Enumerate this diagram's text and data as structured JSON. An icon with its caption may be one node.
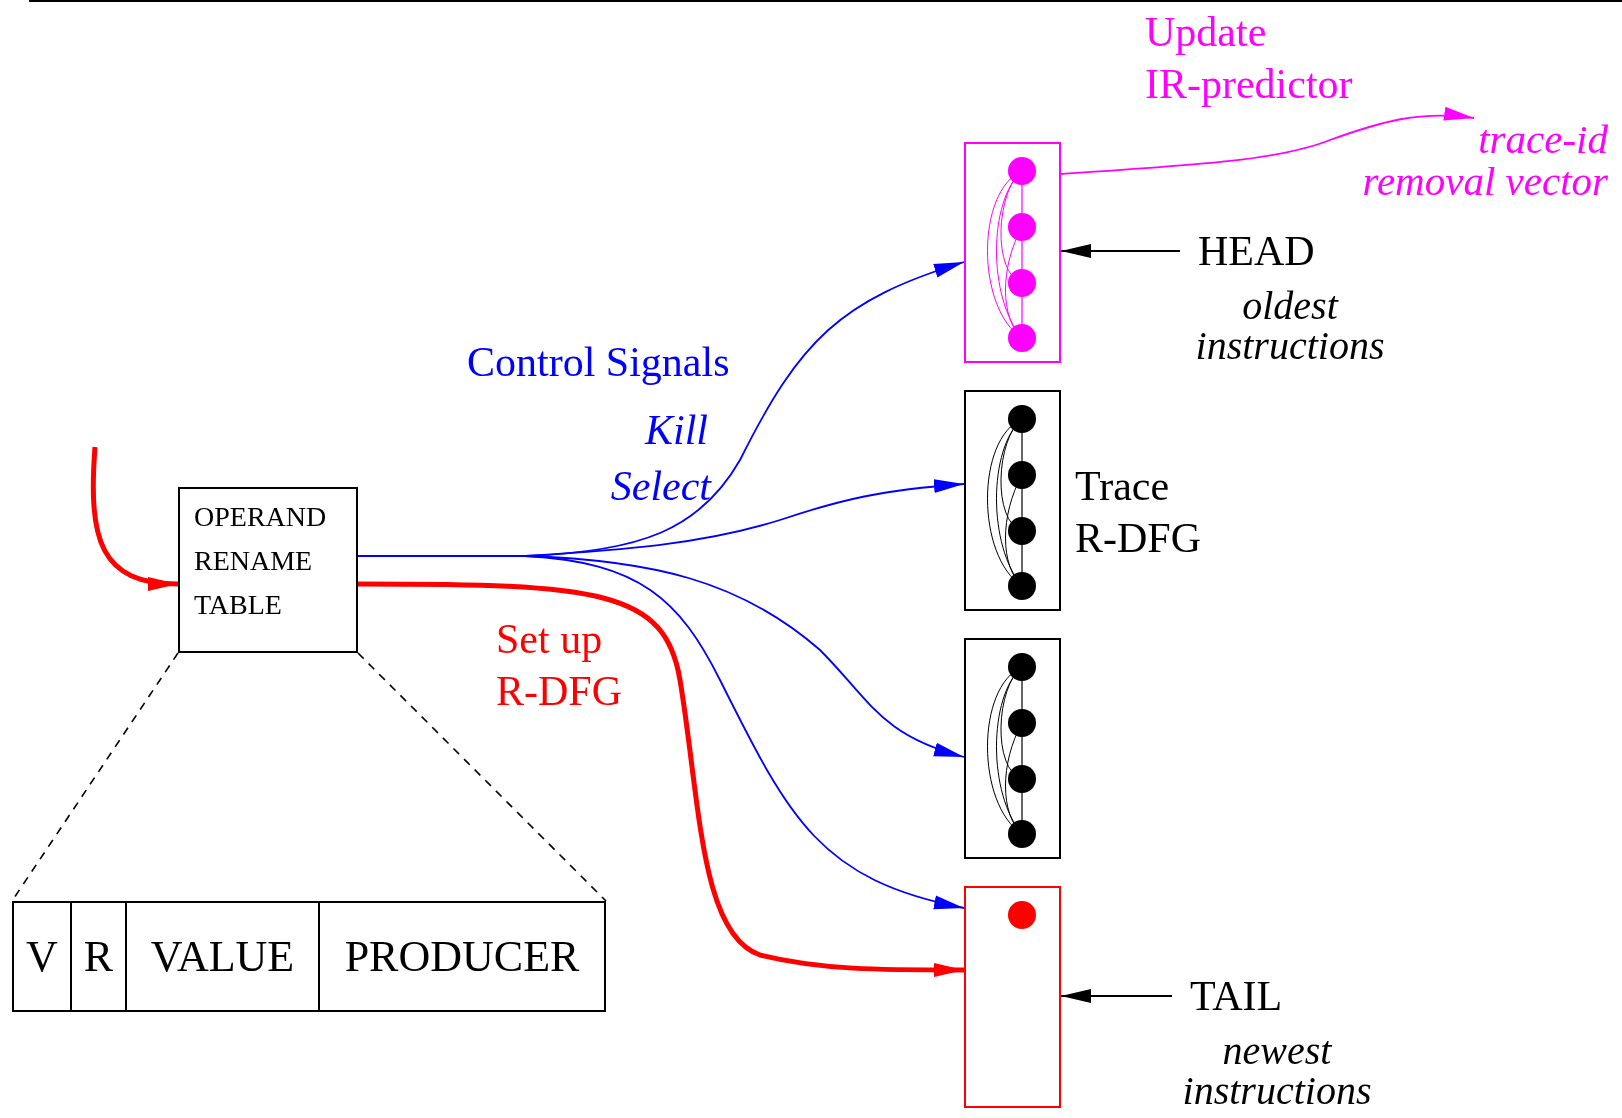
{
  "diagram": {
    "nodes": [
      {
        "text": [
          "OPERAND RENAME TABLE"
        ]
      },
      {
        "text": [
          "V",
          "R",
          "VALUE",
          "PRODUCER"
        ]
      },
      {
        "text": [],
        "shape": "box"
      },
      {
        "text": [],
        "shape": "box",
        "beside": [
          "Trace R-DFG"
        ]
      },
      {
        "text": [],
        "shape": "box"
      },
      {
        "text": [],
        "shape": "box"
      },
      {
        "text": [
          "HEAD"
        ],
        "beside": [
          "oldest instructions"
        ]
      },
      {
        "text": [
          "TAIL"
        ],
        "beside": [
          "newest instructions"
        ]
      },
      {
        "text": [
          "trace-id removal vector"
        ]
      }
    ],
    "edges": [
      {
        "from": null,
        "to": 0,
        "arrow": "to",
        "style": "thick",
        "color": "#ff0000"
      },
      {
        "from": 0,
        "to": 2,
        "arrow": "to",
        "color": "#0000ff"
      },
      {
        "from": 0,
        "to": 3,
        "arrow": "to",
        "color": "#0000ff"
      },
      {
        "from": 0,
        "to": 4,
        "arrow": "to",
        "color": "#0000ff"
      },
      {
        "from": 0,
        "to": 5,
        "arrow": "to",
        "color": "#0000ff"
      },
      {
        "from": 0,
        "to": 5,
        "arrow": "to",
        "style": "thick",
        "color": "#ff0000",
        "label": "Set up R-DFG"
      },
      {
        "from": 0,
        "to": 1,
        "arrow": "none",
        "style": "dashed",
        "color": "#000000"
      },
      {
        "from": 0,
        "to": 1,
        "arrow": "none",
        "style": "dashed",
        "color": "#000000"
      },
      {
        "from": 2,
        "to": 8,
        "arrow": "to",
        "color": "#ff00ff",
        "label": "Update IR-predictor"
      },
      {
        "from": 6,
        "to": 2,
        "arrow": "to",
        "color": "#000000"
      },
      {
        "from": 7,
        "to": 5,
        "arrow": "to",
        "color": "#000000"
      }
    ],
    "labels": [
      "Control Signals",
      "Kill",
      "Select"
    ]
  }
}
